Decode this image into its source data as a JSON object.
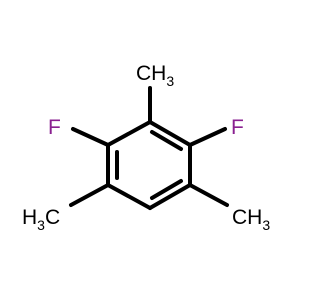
{
  "molecule": {
    "atoms": {
      "f_left": {
        "symbol": "F",
        "color": "#8a2090"
      },
      "f_right": {
        "symbol": "F",
        "color": "#8a2090"
      },
      "methyl_top": {
        "symbol": "CH",
        "subscript": "3",
        "color": "#000000"
      },
      "methyl_left": {
        "symbol": "H",
        "subscript": "3",
        "suffix": "C",
        "color": "#000000"
      },
      "methyl_right": {
        "symbol": "CH",
        "subscript": "3",
        "color": "#000000"
      }
    },
    "bond_color": "#000000",
    "background": "#ffffff"
  }
}
